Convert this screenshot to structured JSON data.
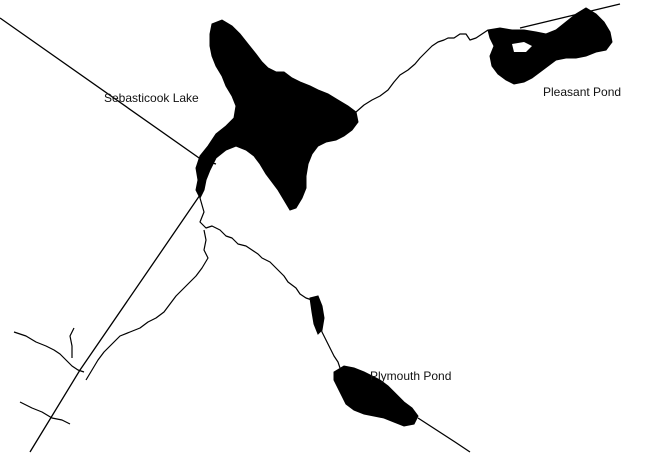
{
  "labels": {
    "sebasticook_lake": "Sebasticook Lake",
    "pleasant_pond": "Pleasant Pond",
    "plymouth_pond": "Plymouth Pond"
  },
  "colors": {
    "water": "#000000",
    "rivers": "#000000",
    "roads": "#000000",
    "background": "#ffffff"
  }
}
